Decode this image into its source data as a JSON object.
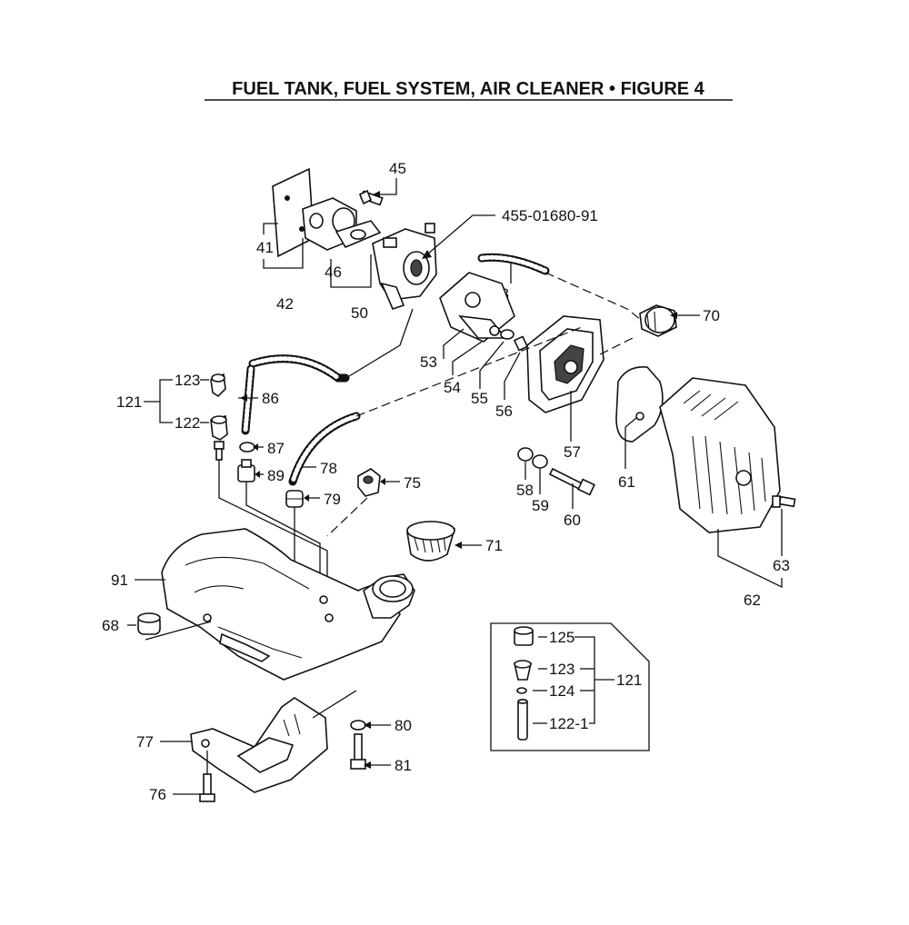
{
  "title": "FUEL TANK, FUEL SYSTEM, AIR CLEANER  •  FIGURE 4",
  "colors": {
    "ink": "#111111",
    "paper": "#ffffff"
  },
  "labels": {
    "p45": "45",
    "p455": "455-01680-91",
    "p41": "41",
    "p42": "42",
    "p46": "46",
    "p50": "50",
    "p78a": "78",
    "p70": "70",
    "p53": "53",
    "p54": "54",
    "p55": "55",
    "p56": "56",
    "p57": "57",
    "p123a": "123",
    "p121a": "121",
    "p122": "122",
    "p86": "86",
    "p87": "87",
    "p89": "89",
    "p78b": "78",
    "p79": "79",
    "p75": "75",
    "p58": "58",
    "p59": "59",
    "p60": "60",
    "p61": "61",
    "p63": "63",
    "p62": "62",
    "p71": "71",
    "p91": "91",
    "p68": "68",
    "p125": "125",
    "p123b": "123",
    "p124": "124",
    "p1221": "122-1",
    "p121b": "121",
    "p80": "80",
    "p81": "81",
    "p77": "77",
    "p76": "76"
  }
}
